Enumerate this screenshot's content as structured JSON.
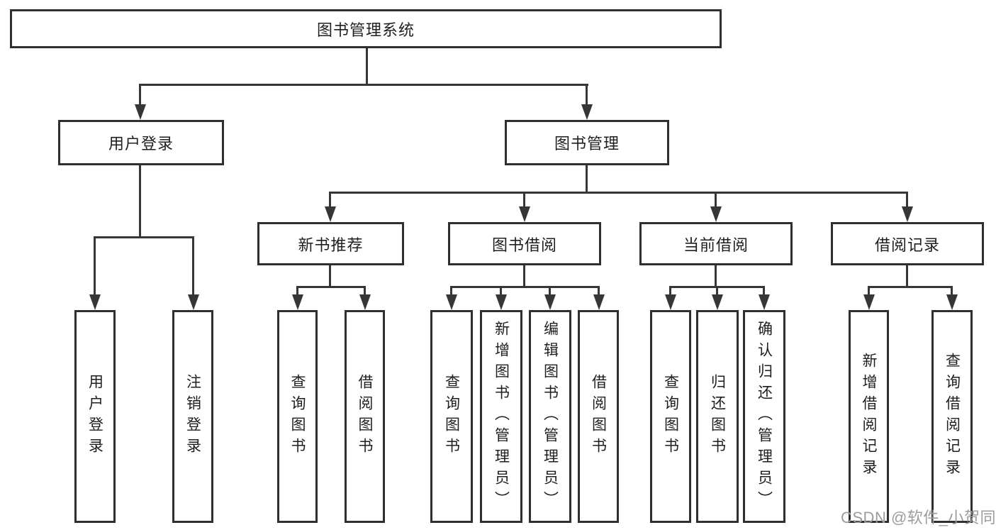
{
  "tree": {
    "root": "图书管理系统",
    "children": [
      {
        "label": "用户登录",
        "children": [
          "用户登录",
          "注销登录"
        ]
      },
      {
        "label": "图书管理",
        "children": [
          {
            "label": "新书推荐",
            "children": [
              "查询图书",
              "借阅图书"
            ]
          },
          {
            "label": "图书借阅",
            "children": [
              "查询图书",
              "新增图书（管理员）",
              "编辑图书（管理员）",
              "借阅图书"
            ]
          },
          {
            "label": "当前借阅",
            "children": [
              "查询图书",
              "归还图书",
              "确认归还（管理员）"
            ]
          },
          {
            "label": "借阅记录",
            "children": [
              "新增借阅记录",
              "查询借阅记录"
            ]
          }
        ]
      }
    ]
  },
  "colors": {
    "border": "#2f2f2f",
    "line": "#363636",
    "text": "#1f1f1f",
    "watermark": "#9c9c9c",
    "background": "#ffffff"
  },
  "watermark": {
    "text": "CSDN @软件_小贺同学"
  }
}
